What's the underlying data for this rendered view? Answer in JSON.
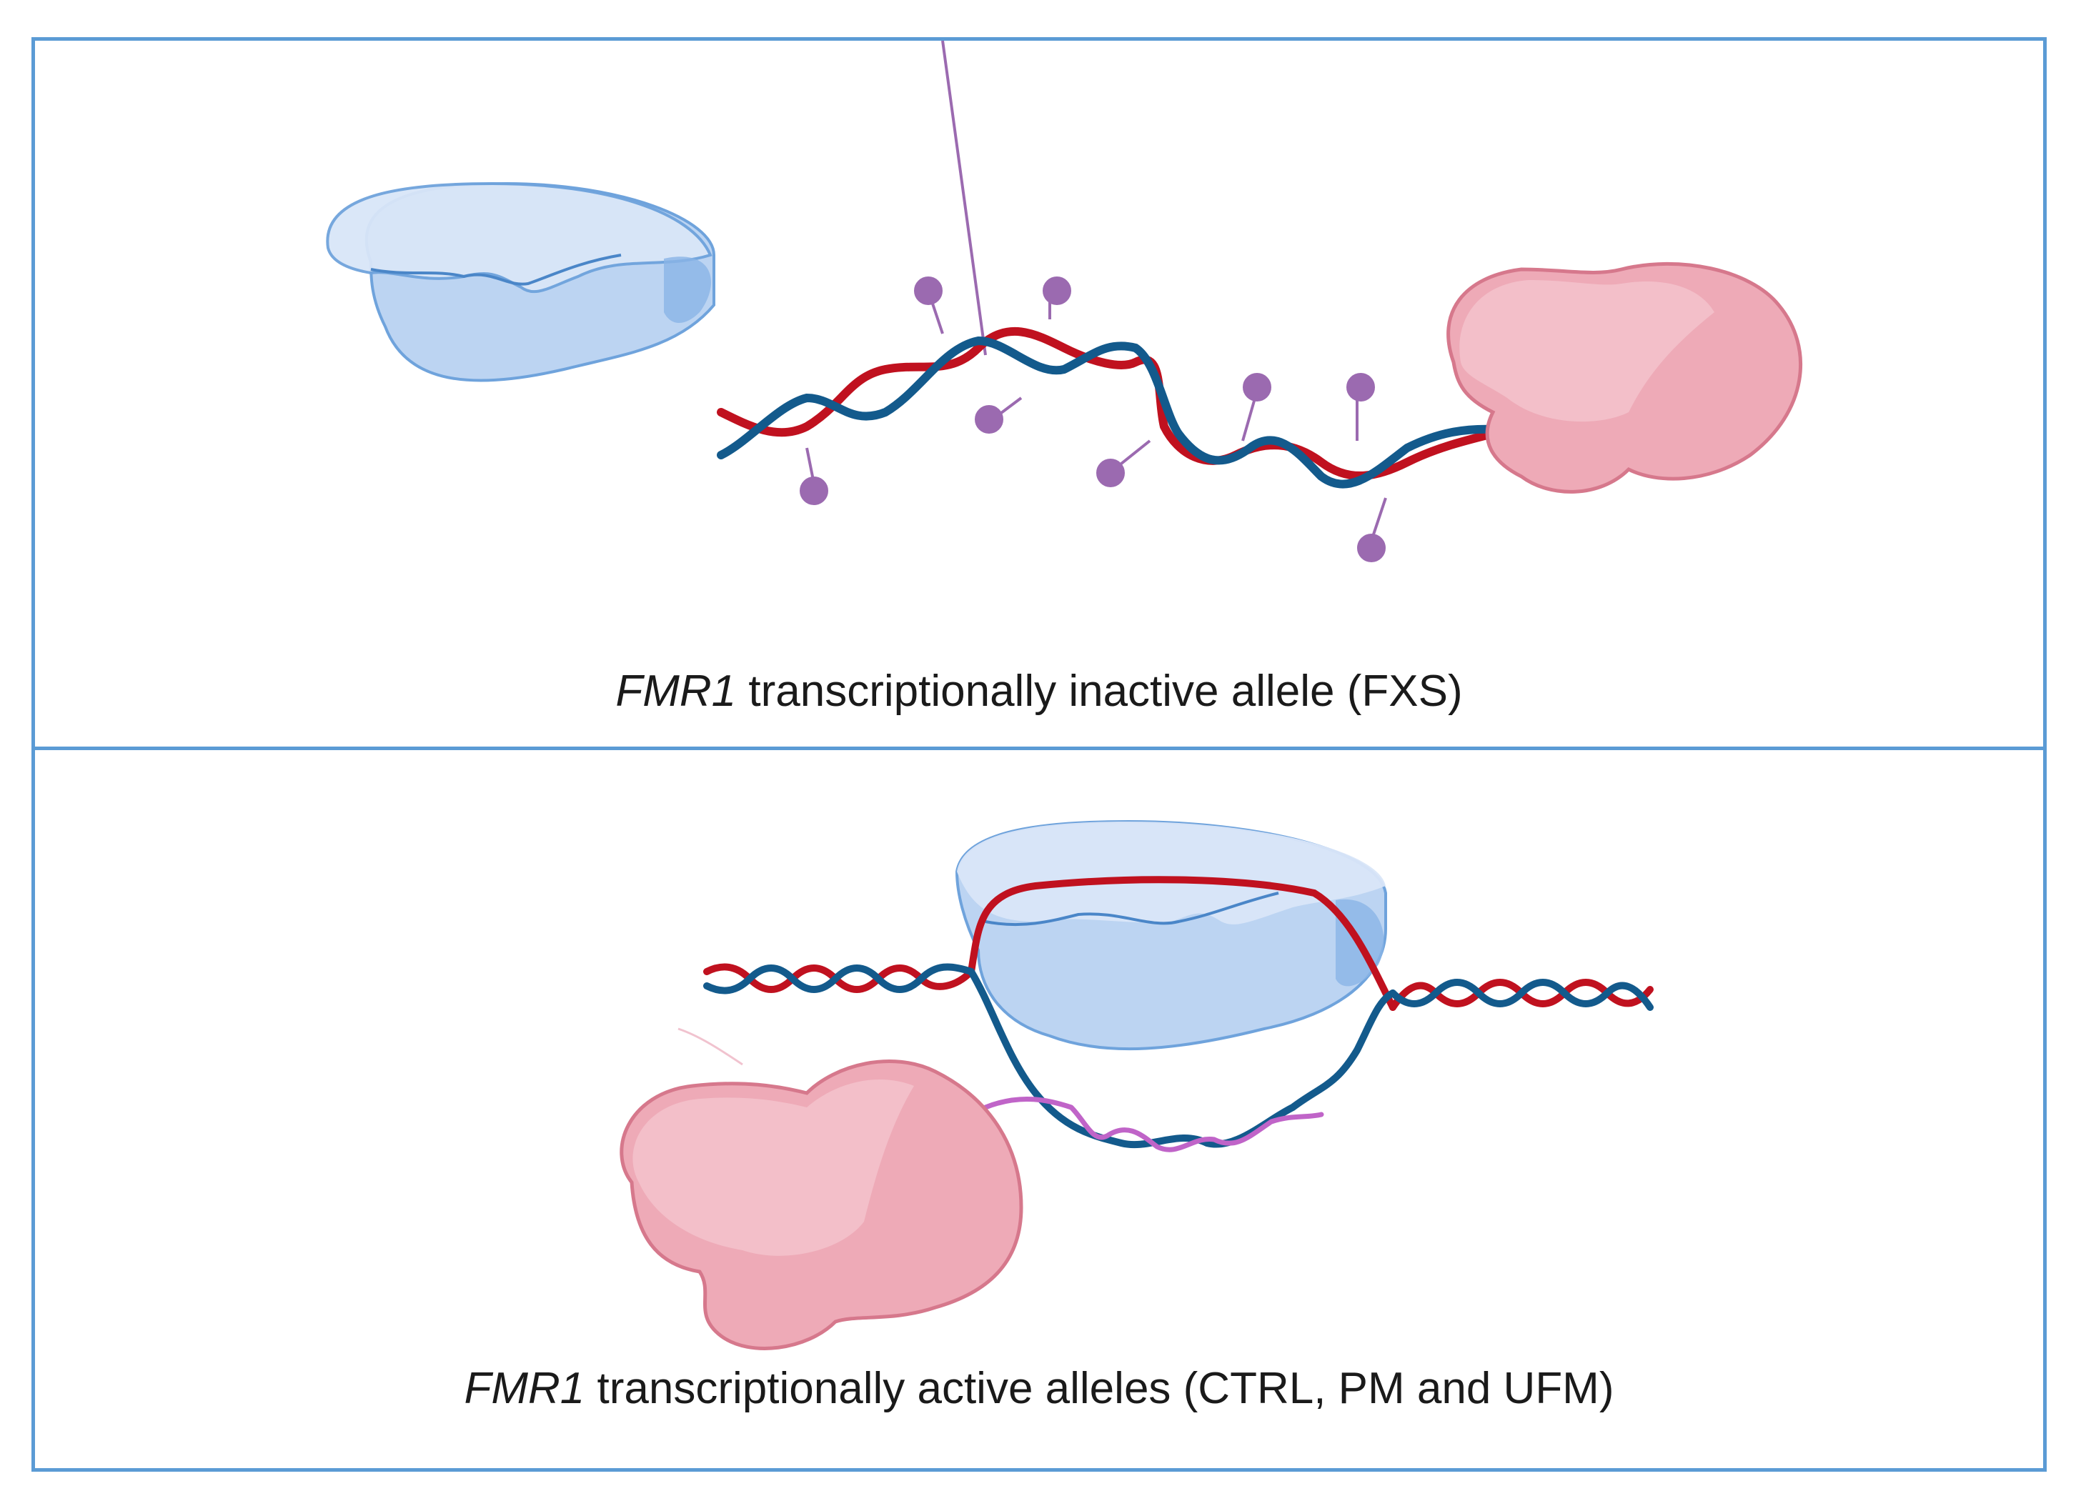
{
  "panels": [
    {
      "gene": "FMR1",
      "caption": " transcriptionally inactive allele (FXS)"
    },
    {
      "gene": "FMR1",
      "caption": " transcriptionally active alleles (CTRL, PM and UFM)"
    }
  ],
  "colors": {
    "border": "#5b9bd5",
    "dna_strand_red": "#c0111f",
    "dna_strand_blue": "#135a8c",
    "methyl_group": "#9b6ab0",
    "rna_transcript": "#c064c8",
    "rna_polymerase": "#bcd4f2",
    "pink_protein": "#eeaab7"
  }
}
